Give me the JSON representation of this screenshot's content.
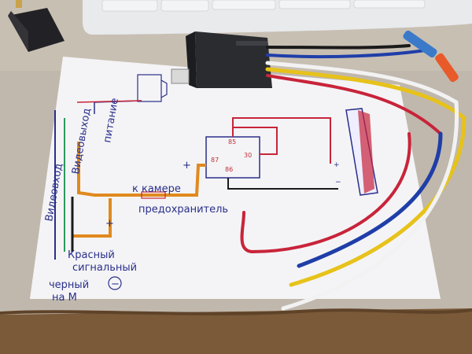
{
  "labels": {
    "power": "питание",
    "video_out": "Видеовыход",
    "video_in": "Видеовход",
    "to_camera": "к камере",
    "fuse": "предохранитель",
    "red": "Красный",
    "signal": "сигнальный",
    "black": "черный",
    "to_ground": "на М",
    "minus_circled": "−",
    "plus": "+",
    "minus": "−"
  },
  "relay_pins": [
    "85",
    "30",
    "87",
    "86"
  ],
  "colors": {
    "paper": "#f4f4f6",
    "table": "#8a6a44",
    "ink_blue": "#2a2f8a",
    "ink_red": "#c8243a",
    "ink_orange": "#e08a1e",
    "wire_red": "#c8243a",
    "wire_blue": "#1f3ea8",
    "wire_yellow": "#e7c21a",
    "wire_white": "#f2f2f2",
    "wire_black": "#1a1a1a",
    "relay_body": "#2b2c30"
  }
}
